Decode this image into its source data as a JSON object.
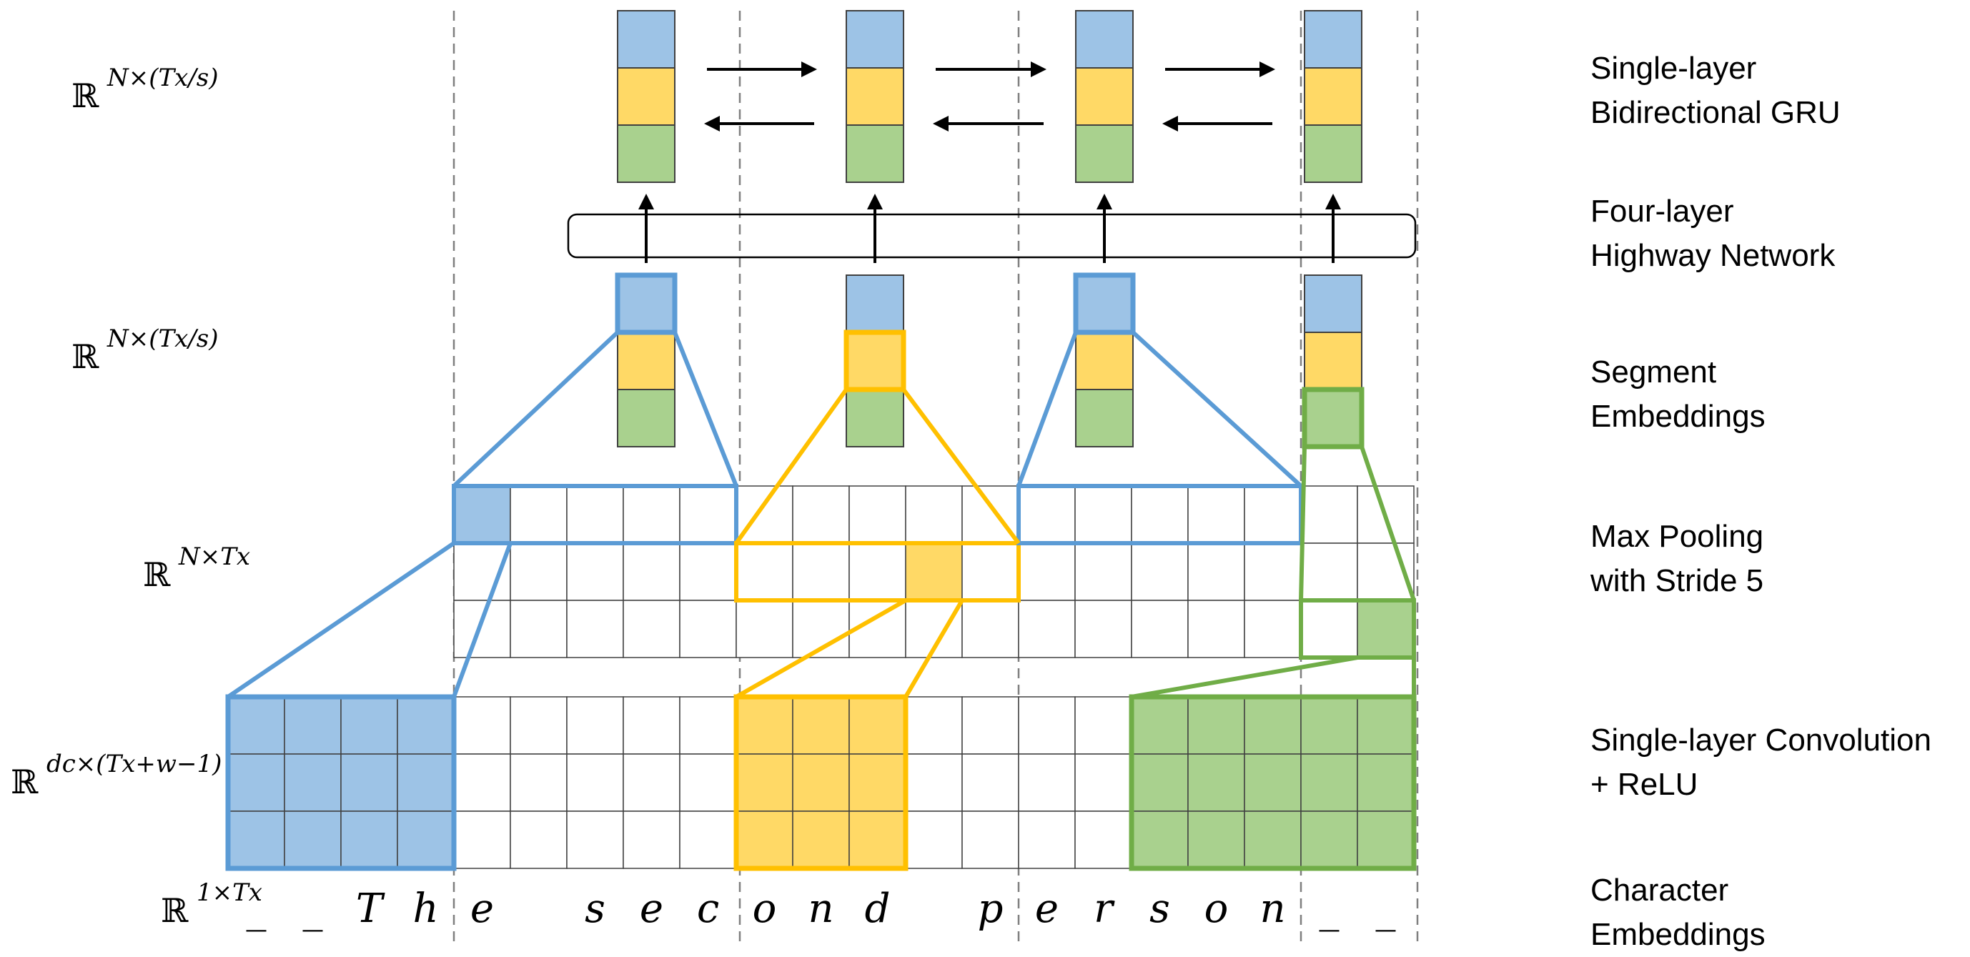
{
  "colors": {
    "blue_fill": "#9DC3E6",
    "blue_stroke": "#5B9BD5",
    "yellow_fill": "#FFD966",
    "yellow_stroke": "#FFC000",
    "green_fill": "#A9D18E",
    "green_stroke": "#70AD47",
    "grid": "#404040",
    "dash": "#7f7f7f"
  },
  "dims": [
    {
      "base": "ℝ",
      "sup": "N×(Tx/s)"
    },
    {
      "base": "ℝ",
      "sup": "N×(Tx/s)"
    },
    {
      "base": "ℝ",
      "sup": "N×Tx"
    },
    {
      "base": "ℝ",
      "sup": "dc×(Tx+w−1)"
    },
    {
      "base": "ℝ",
      "sup": "1×Tx"
    }
  ],
  "layers": [
    {
      "line1": "Single-layer",
      "line2": "Bidirectional GRU"
    },
    {
      "line1": "Four-layer",
      "line2": "Highway Network"
    },
    {
      "line1": "Segment",
      "line2": "Embeddings"
    },
    {
      "line1": "Max Pooling",
      "line2": "with Stride 5"
    },
    {
      "line1": "Single-layer Convolution",
      "line2": "+ ReLU"
    },
    {
      "line1": "Character",
      "line2": "Embeddings"
    }
  ],
  "characters": [
    "_",
    "_",
    "T",
    "h",
    "e",
    "",
    "s",
    "e",
    "c",
    "o",
    "n",
    "d",
    "",
    "p",
    "e",
    "r",
    "s",
    "o",
    "n",
    "_",
    "_"
  ],
  "segments": [
    "blue",
    "yellow",
    "blue",
    "green"
  ]
}
